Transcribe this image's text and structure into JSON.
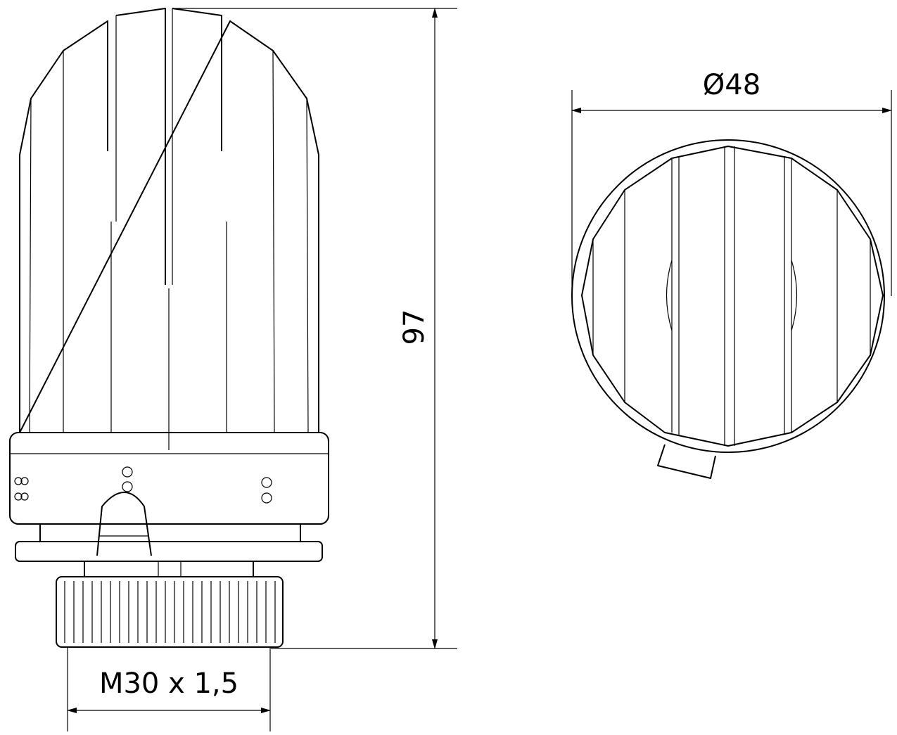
{
  "drawing": {
    "dimensions": {
      "height_label": "97",
      "diameter_label": "Ø48",
      "thread_label": "M30 x 1,5"
    },
    "views": [
      "side-view",
      "top-view"
    ]
  }
}
